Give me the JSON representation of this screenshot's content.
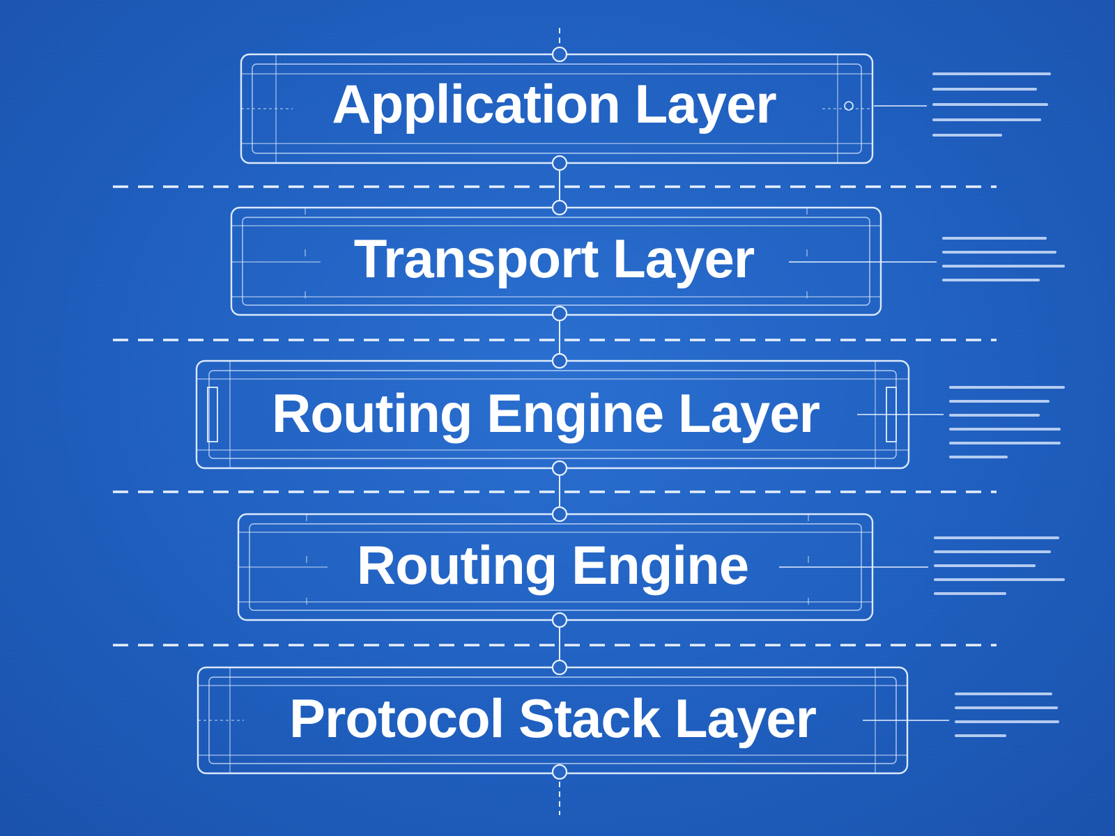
{
  "diagram": {
    "colors": {
      "background": "#1f5fbf",
      "line": "#e6f0ff",
      "text": "#ffffff"
    },
    "layers": [
      {
        "label": "Application Layer"
      },
      {
        "label": "Transport Layer"
      },
      {
        "label": "Routing Engine Layer"
      },
      {
        "label": "Routing Engine"
      },
      {
        "label": "Protocol Stack Layer"
      }
    ]
  }
}
